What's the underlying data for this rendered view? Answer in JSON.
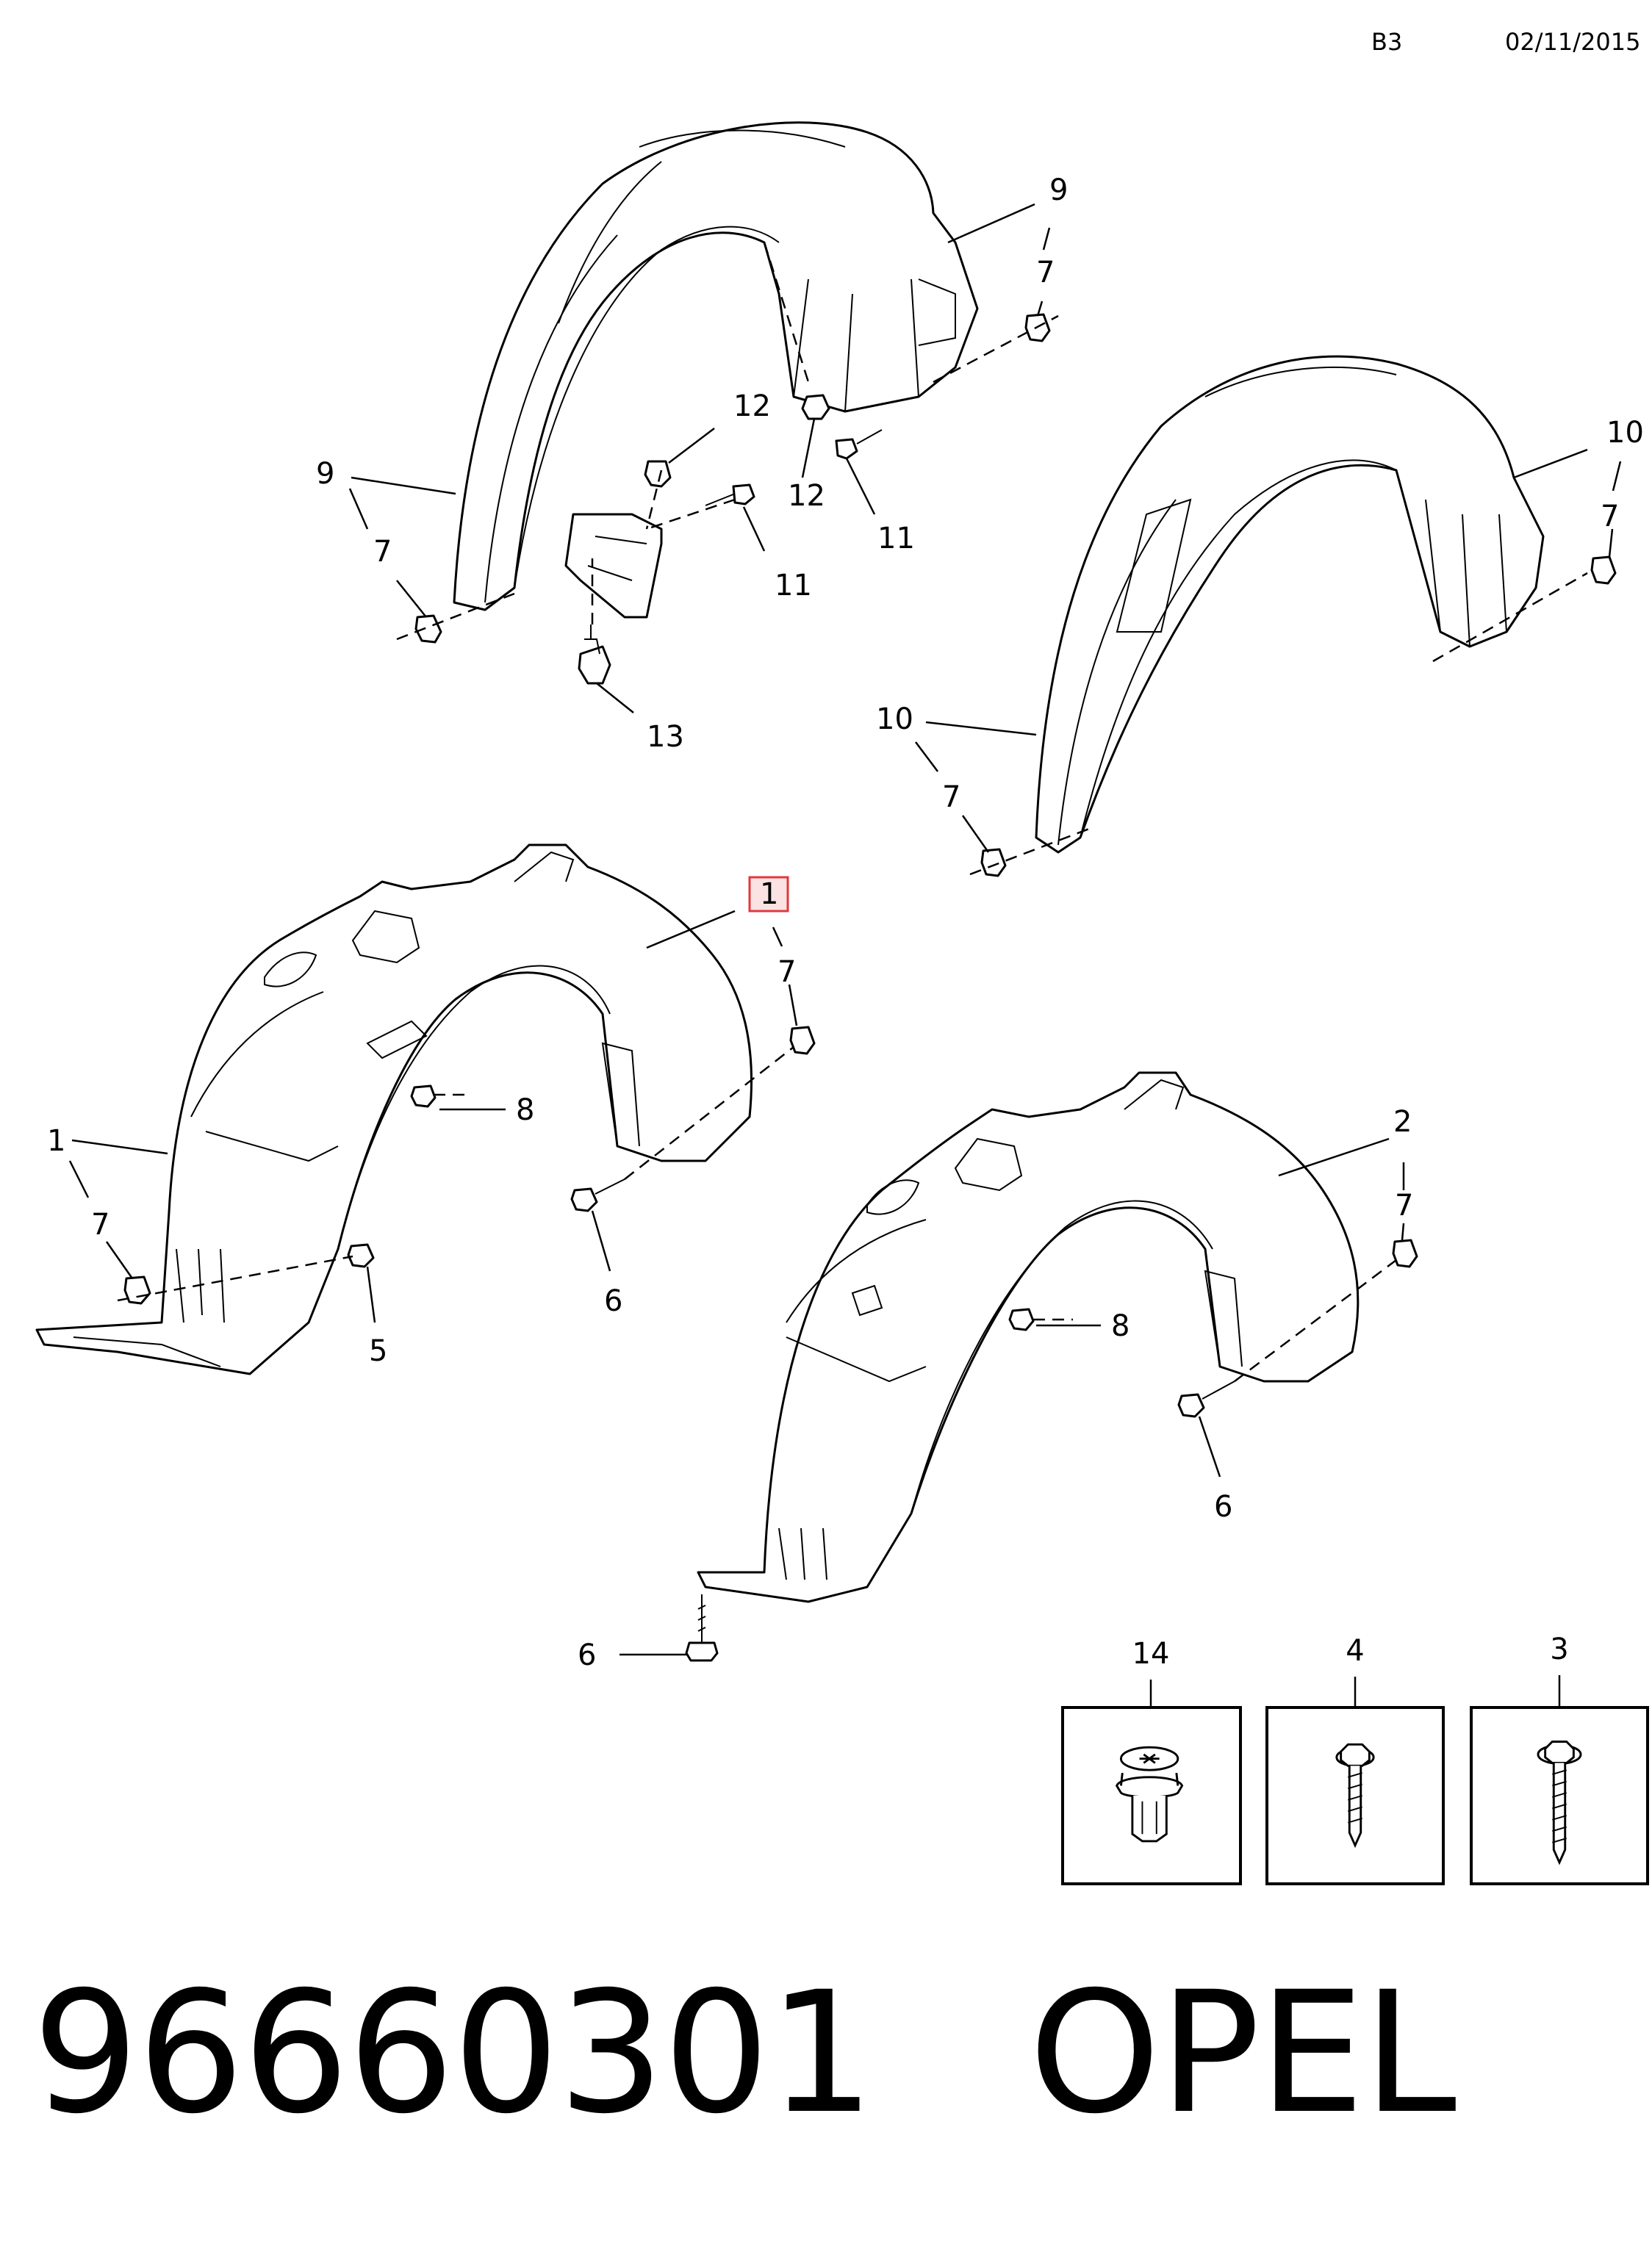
{
  "header": {
    "page_code": "B3",
    "date": "02/11/2015"
  },
  "callouts": {
    "c9a": "9",
    "c7a": "7",
    "c9b": "9",
    "c7b": "7",
    "c12a": "12",
    "c12b": "12",
    "c11a": "11",
    "c11b": "11",
    "c13": "13",
    "c10a": "10",
    "c7c": "7",
    "c10b": "10",
    "c7d": "7",
    "c1a": "1",
    "c7e": "7",
    "c1b": "1",
    "c7f": "7",
    "c8a": "8",
    "c6a": "6",
    "c5": "5",
    "c2": "2",
    "c7g": "7",
    "c8b": "8",
    "c6b": "6",
    "c6c": "6"
  },
  "part_boxes": [
    {
      "number": "14",
      "icon": "push-clip-icon"
    },
    {
      "number": "4",
      "icon": "short-screw-icon"
    },
    {
      "number": "3",
      "icon": "long-screw-icon"
    }
  ],
  "footer": {
    "part_number": "96660301",
    "brand": "OPEL"
  },
  "colors": {
    "highlight": "#e0393e",
    "line": "#000000"
  }
}
